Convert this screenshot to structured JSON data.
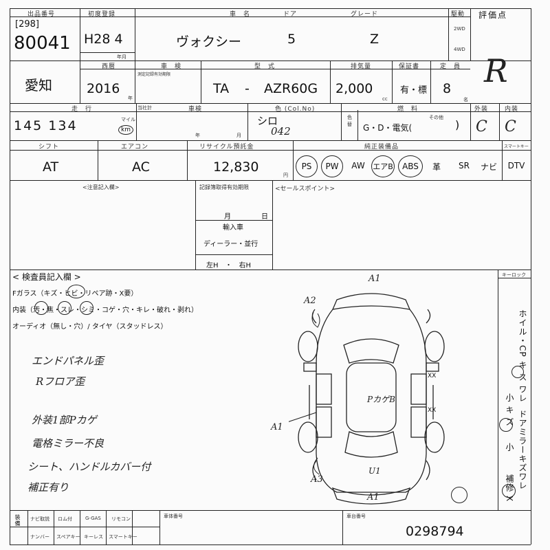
{
  "header": {
    "lot_label": "出品番号",
    "lot_bracket": "[298]",
    "lot_number": "80041",
    "reg_label": "初度登録",
    "reg_value": "H28 4",
    "reg_month_label": "年月",
    "name_label": "車　名",
    "name_value": "ヴォクシー",
    "door_label": "ドア",
    "door_value": "5",
    "grade_label": "グレード",
    "grade_value": "Z",
    "drive_label": "駆動",
    "drive_2wd": "2WD",
    "drive_4wd": "4WD",
    "score_label": "評価点",
    "score_hand": "R"
  },
  "row2": {
    "region": "愛知",
    "year_label": "西暦",
    "year_value": "2016",
    "year_unit": "年",
    "shaken_label": "車　検",
    "shaken_sub": "測定記録有効期限",
    "model_label": "型　式",
    "model_prefix": "TA",
    "model_dash": "-",
    "model_value": "AZR60G",
    "cc_label": "排気量",
    "cc_value": "2,000",
    "cc_unit": "cc",
    "warranty_label": "保証書",
    "warranty_value": "有・標",
    "cap_label": "定　員",
    "cap_value": "8",
    "cap_unit": "名"
  },
  "row3": {
    "mileage_label": "走　行",
    "mileage_note": "当社計",
    "mileage_value": "145 134",
    "mile_unit": "マイル",
    "km_unit": "km",
    "shaken_label": "車検",
    "shaken_year": "年",
    "shaken_month": "月",
    "color_label": "色 (Col.No)",
    "color_value": "シロ",
    "color_no": "042",
    "color_side": "色替",
    "fuel_label": "燃　料",
    "fuel_value": "G・D・電気(",
    "fuel_other": "その他",
    "fuel_close": ")",
    "ext_label": "外装",
    "ext_value": "C",
    "int_label": "内装",
    "int_value": "C"
  },
  "row4": {
    "shift_label": "シフト",
    "shift_value": "AT",
    "ac_label": "エアコン",
    "ac_value": "AC",
    "recycle_label": "リサイクル預託金",
    "recycle_value": "12,830",
    "recycle_unit": "円",
    "equip_label": "純正装備品",
    "equip_items": [
      "PS",
      "PW",
      "AW",
      "エアB",
      "ABS",
      "革",
      "SR",
      "ナビ",
      "DTV"
    ],
    "eco_label": "スマートキー"
  },
  "notes": {
    "notes_label": "<注意記入欄>",
    "record_label": "記録簿取得有効期限",
    "record_month": "月",
    "record_day": "日",
    "import_label": "輸入車",
    "import_value": "ディーラー・並行",
    "handle_value": "左H　・　右H",
    "sales_label": "<セールスポイント>"
  },
  "inspector": {
    "title": "< 検査員記入欄 >",
    "line1": "Fガラス（キズ・ヒビ・リペア跡・X要）",
    "line2": "内装（汚・焦・スレ・シミ・コゲ・穴・キレ・破れ・剥れ）",
    "line3": "オーディオ（無し・穴）/ タイヤ（スタッドレス）",
    "hand1": "エンドパネル歪",
    "hand2": "Rフロア歪",
    "hand3": "外装1部Pカゲ",
    "hand4": "電格ミラー不良",
    "hand5": "シート、ハンドルカバー付",
    "hand6": "補正有り"
  },
  "diagram": {
    "top_mark": "A1",
    "front_mark": "A2",
    "center_mark": "PカゲB",
    "left_mark": "A1",
    "bottom_left_mark": "A3",
    "bottom_mark": "U1",
    "bottom_mark2": "A1",
    "x_marks": "XX"
  },
  "right_col": {
    "label": "キーロック",
    "vertical1": "ホイル・CP キ ス ワレ",
    "vertical2": "小 キ ズ",
    "vertical3": "ドアミラーキズワレ",
    "vertical4": "小",
    "vertical5": "補修 X"
  },
  "footer": {
    "row1": [
      "装備",
      "ナビ取説",
      "ロム付",
      "G-GAS",
      "リモコン"
    ],
    "row2": [
      "ナンバー",
      "スペアキー",
      "キーレス",
      "スマートキー"
    ],
    "serial_label": "車台番号",
    "car_label": "車体番号",
    "serial_value": "0298794"
  }
}
